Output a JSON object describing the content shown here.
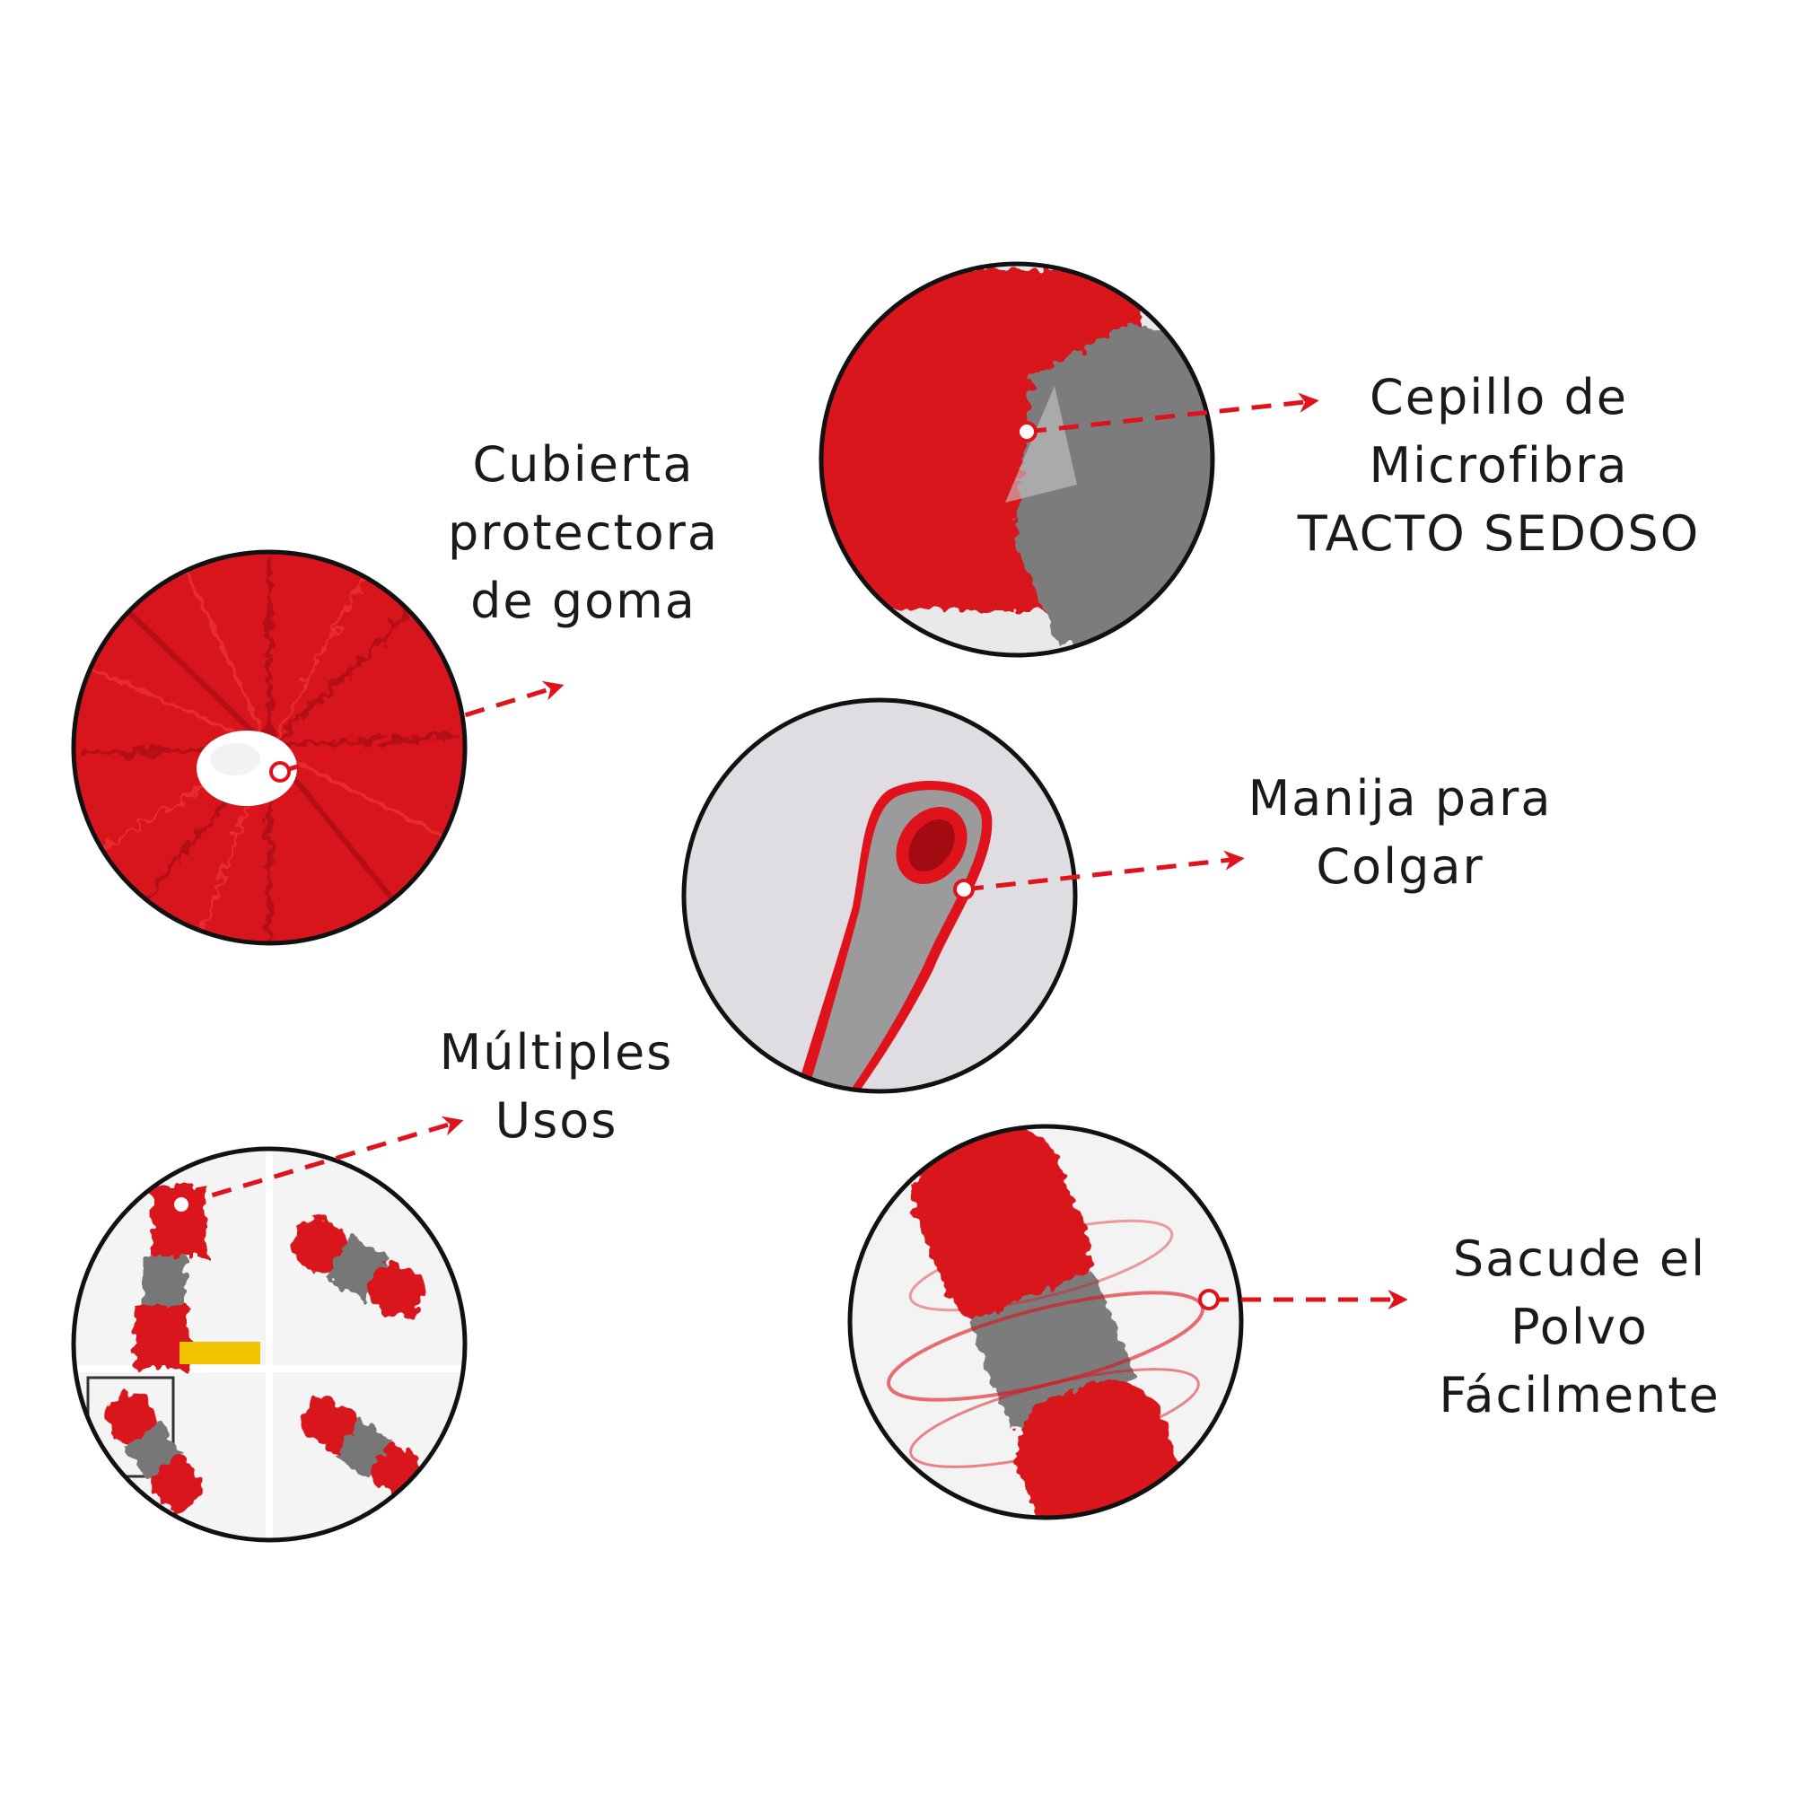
{
  "colors": {
    "accent": "#e0121b",
    "gray": "#7a7a7a",
    "outline": "#111111",
    "background": "#ffffff"
  },
  "features": [
    {
      "id": "rubber-cover",
      "lines": [
        "Cubierta",
        "protectora",
        "de goma"
      ],
      "photo": "red-microfiber-head-with-white-rubber-tip"
    },
    {
      "id": "microfiber-brush",
      "lines": [
        "Cepillo de",
        "Microfibra",
        "TACTO SEDOSO"
      ],
      "photo": "red-and-gray-microfiber-closeup"
    },
    {
      "id": "hanging-handle",
      "lines": [
        "Manija para",
        "Colgar"
      ],
      "photo": "gray-handle-with-red-hanging-hole"
    },
    {
      "id": "multiple-uses",
      "lines": [
        "Múltiples",
        "Usos"
      ],
      "photo": "four-photo-collage-of-duster-uses"
    },
    {
      "id": "dusts-easily",
      "lines": [
        "Sacude el",
        "Polvo",
        "Fácilmente"
      ],
      "photo": "spinning-red-gray-duster"
    }
  ]
}
